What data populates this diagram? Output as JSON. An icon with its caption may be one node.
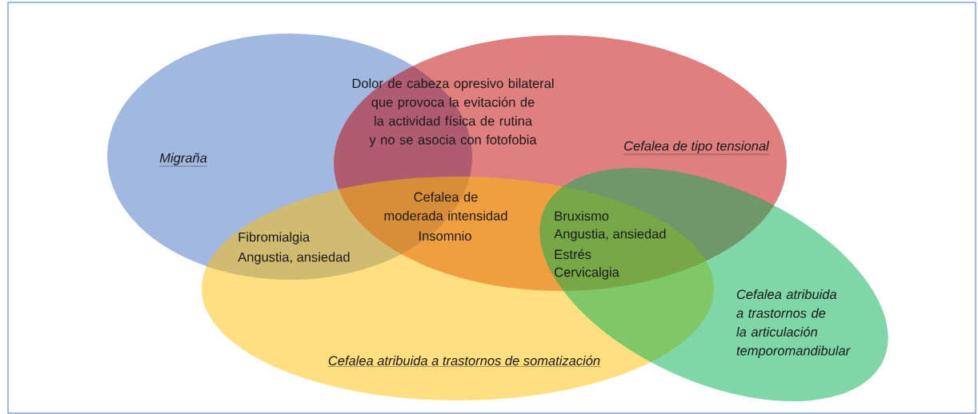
{
  "diagram": {
    "nodes": [
      {
        "text": [
          "Migraña"
        ]
      },
      {
        "text": [
          "Cefalea de tipo tensional"
        ]
      },
      {
        "text": [
          "Cefalea atribuida a trastornos de somatización"
        ]
      },
      {
        "text": [
          "Cefalea atribuida a trastornos de la articulación temporomandibular"
        ]
      }
    ],
    "labels": [
      "Dolor de cabeza opresivo bilateral que provoca la evitación de la actividad física de rutina y no se asocia con fotofobia",
      "Cefalea de moderada intensidad",
      "Insomnio",
      "Fibromialgia",
      "Angustia, ansiedad",
      "Bruxismo",
      "Angustia, ansiedad",
      "Estrés",
      "Cervicalgia"
    ]
  }
}
